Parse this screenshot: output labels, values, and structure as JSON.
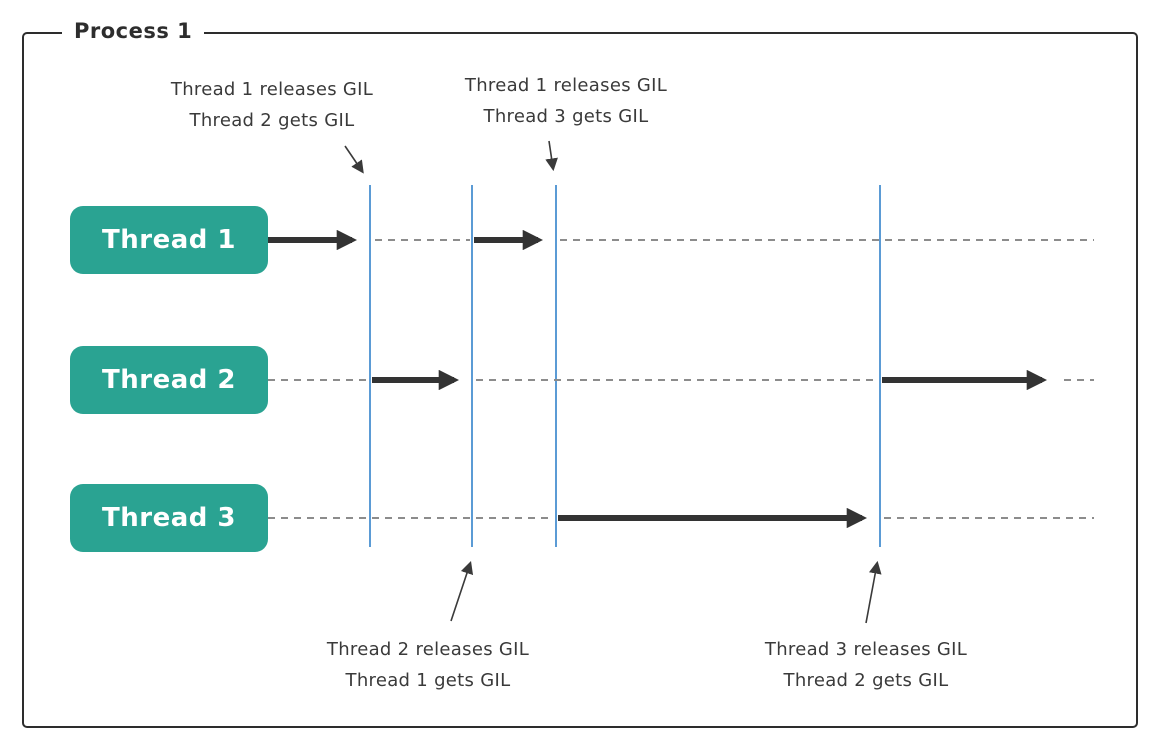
{
  "diagram": {
    "title": "Process 1",
    "threads": [
      {
        "label": "Thread 1"
      },
      {
        "label": "Thread 2"
      },
      {
        "label": "Thread 3"
      }
    ],
    "annotations": {
      "top_left": {
        "line1": "Thread 1 releases GIL",
        "line2": "Thread 2 gets GIL"
      },
      "top_right": {
        "line1": "Thread 1 releases GIL",
        "line2": "Thread 3 gets GIL"
      },
      "bottom_left": {
        "line1": "Thread 2 releases GIL",
        "line2": "Thread 1 gets GIL"
      },
      "bottom_right": {
        "line1": "Thread 3 releases GIL",
        "line2": "Thread 2 gets GIL"
      }
    },
    "colors": {
      "thread_box": "#2aa392",
      "vertical_line": "#5b9bd5",
      "arrow": "#333333",
      "dashed_line": "#8c8c8c",
      "frame": "#2d2d2d"
    }
  }
}
